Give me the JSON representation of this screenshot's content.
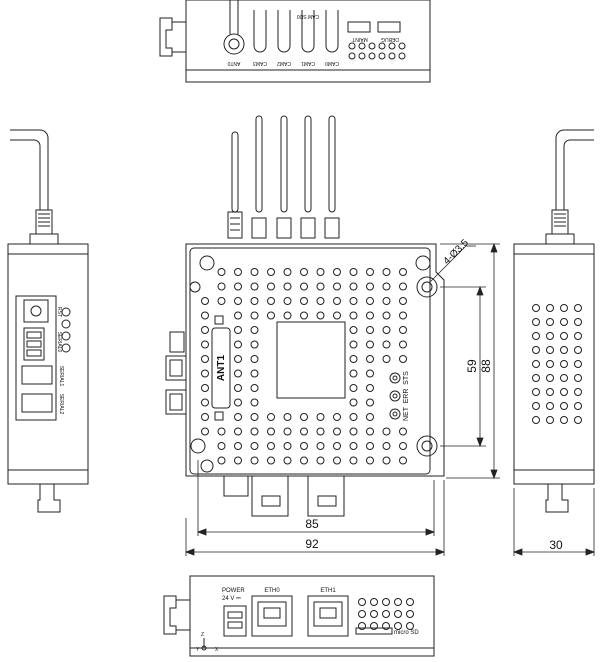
{
  "top_view": {
    "cam_sd": "CAM SD0",
    "maint": "MAINT",
    "debug": "DEBUG",
    "ant0": "ANT0",
    "cam3": "CAM3",
    "cam2": "CAM2",
    "cam1": "CAM1",
    "cam0": "CAM0"
  },
  "left_view": {
    "rst": "RST",
    "serial0": "SERIAL0",
    "serial1": "SERIAL1",
    "serial2": "SERIAL2"
  },
  "front_view": {
    "ant1": "ANT1",
    "sts": "STS",
    "err": "ERR",
    "net": "NET",
    "hole_callout": "4-Ø3.5"
  },
  "dimensions": {
    "d85": "85",
    "d92": "92",
    "d59": "59",
    "d88": "88",
    "d30": "30"
  },
  "bottom_view": {
    "power": "POWER",
    "voltage": "24 V ⎓",
    "eth0": "ETH0",
    "eth1": "ETH1",
    "micro_sd": "micro SD",
    "axis_z": "Z",
    "axis_y": "Y",
    "axis_x": "X"
  }
}
